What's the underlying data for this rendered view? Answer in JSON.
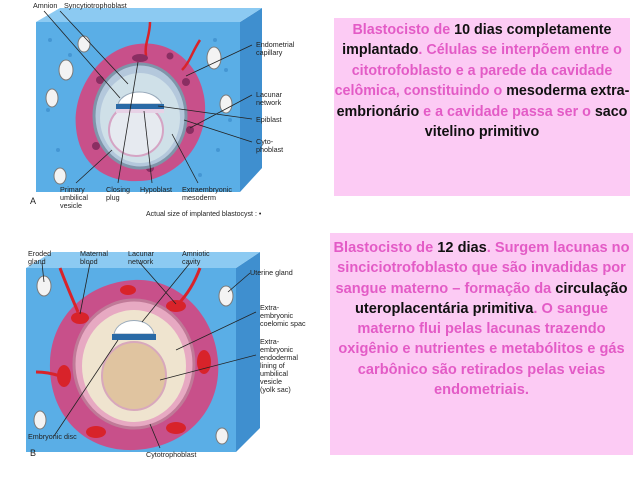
{
  "figure_a": {
    "letter": "A",
    "labels": {
      "amnion": "Amnion",
      "syncytiotrophoblast": "Syncytiotrophoblast",
      "endometrial_capillary": [
        "Endometrial",
        "capillary"
      ],
      "lacunar_network": [
        "Lacunar",
        "network"
      ],
      "epiblast": "Epiblast",
      "cytotrophoblast": [
        "Cyto-",
        "phoblast"
      ],
      "primary_umbilical_vesicle": [
        "Primary",
        "umbilical",
        "vesicle"
      ],
      "closing_plug": [
        "Closing",
        "plug"
      ],
      "hypoblast": "Hypoblast",
      "extraembryonic_mesoderm": [
        "Extraembryonic",
        "mesoderm"
      ]
    },
    "caption": "Actual size of implanted blastocyst : •"
  },
  "figure_b": {
    "letter": "B",
    "labels": {
      "eroded_gland": [
        "Eroded",
        "gland"
      ],
      "maternal_blood": [
        "Maternal",
        "blood"
      ],
      "lacunar_network": [
        "Lacunar",
        "network"
      ],
      "amniotic_cavity": [
        "Amniotic",
        "cavity"
      ],
      "uterine_gland": "Uterine gland",
      "extraembryonic_coelomic_space": [
        "Extra-",
        "embryonic",
        "coelomic spac"
      ],
      "extraembryonic_endodermal": [
        "Extra-",
        "embryonic",
        "endodermal",
        "lining of",
        "umbilical",
        "vesicle",
        "(yolk sac)"
      ],
      "embryonic_disc": "Embryonic disc",
      "cytotrophoblast": "Cytotrophoblast"
    }
  },
  "box1": {
    "p1": "Blastocisto de ",
    "k1": "10 dias completamente implantado",
    "p2": ". Células se interpõem entre o citotrofoblasto e a parede da cavidade celômica, constituindo o ",
    "k2": "mesoderma extra-embrionário",
    "p3": " e a cavidade passa ser o ",
    "k3": "saco vitelino primitivo"
  },
  "box2": {
    "p1": "Blastocisto de ",
    "k1": "12 dias",
    "p2": ". Surgem lacunas no sinciciotrofoblasto que são invadidas por sangue materno – formação da ",
    "k2": "circulação uteroplacentária primitiva",
    "p3": ". O sangue materno flui pelas lacunas trazendo oxigênio e nutrientes e metabólitos e gás carbônico são retirados pelas veias endometriais."
  },
  "colors": {
    "box_background": "#fccbf4",
    "pink_text": "#e35bc6",
    "black_text": "#111111",
    "tissue_blue": "#5aaee6",
    "syncytio_pink": "#c8508a",
    "blood_red": "#d8232a"
  }
}
